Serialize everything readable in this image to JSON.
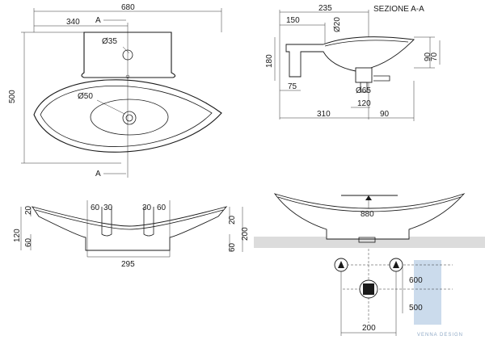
{
  "top_view": {
    "width": "680",
    "right_part": "340",
    "height": "500",
    "tap_hole": "Ø35",
    "drain": "Ø50",
    "section_marker_top": "A",
    "section_marker_bottom": "A"
  },
  "section_view": {
    "title": "SEZIONE A-A",
    "overall": "235",
    "left_part": "150",
    "height_left": "180",
    "depth_right_a": "90",
    "depth_right_b": "70",
    "bracket": "75",
    "drain_dia_top": "Ø20",
    "drain_dia_bottom": "Ø65",
    "drain_offset": "120",
    "length": "310",
    "right_overhang": "90"
  },
  "front_view": {
    "left_top": "20",
    "left_total": "120",
    "left_bottom": "60",
    "right_top": "20",
    "right_total": "200",
    "right_bottom": "60",
    "slot_left_a": "60",
    "slot_left_b": "30",
    "slot_right_a": "30",
    "slot_right_b": "60",
    "bottom_width": "295"
  },
  "install_view": {
    "height": "880",
    "spacing_upper": "600",
    "spacing_lower": "500",
    "width": "200"
  },
  "watermark": "VENNA DESIGN",
  "colors": {
    "line": "#1a1a1a",
    "wall": "#dcdcdc",
    "accent": "#b9cfe6"
  }
}
